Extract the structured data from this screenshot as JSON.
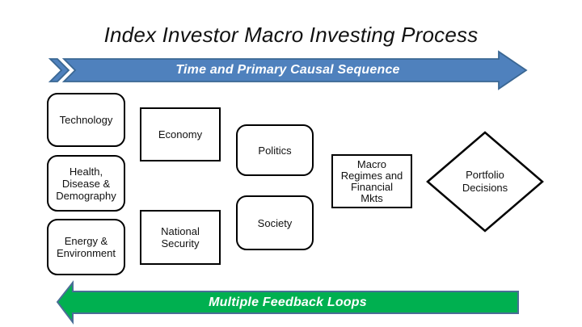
{
  "title": "Index Investor Macro Investing Process",
  "colors": {
    "forward_arrow_fill": "#4F81BD",
    "forward_arrow_stroke": "#3A6793",
    "feedback_arrow_fill": "#00B050",
    "feedback_arrow_stroke": "#4A6E96",
    "node_border": "#000000",
    "node_fill": "#FFFFFF",
    "arrow_label_text": "#FFFFFF",
    "title_text": "#111111"
  },
  "arrows": {
    "forward": {
      "label": "Time and Primary Causal Sequence",
      "direction": "right"
    },
    "feedback": {
      "label": "Multiple Feedback Loops",
      "direction": "left"
    }
  },
  "nodes": {
    "technology": {
      "label": "Technology"
    },
    "health": {
      "label": "Health,\nDisease &\nDemography"
    },
    "energy": {
      "label": "Energy &\nEnvironment"
    },
    "economy": {
      "label": "Economy"
    },
    "national_security": {
      "label": "National\nSecurity"
    },
    "politics": {
      "label": "Politics"
    },
    "society": {
      "label": "Society"
    },
    "macro_regimes": {
      "label": "Macro\nRegimes and\nFinancial\nMkts"
    },
    "portfolio": {
      "label": "Portfolio\nDecisions"
    }
  }
}
